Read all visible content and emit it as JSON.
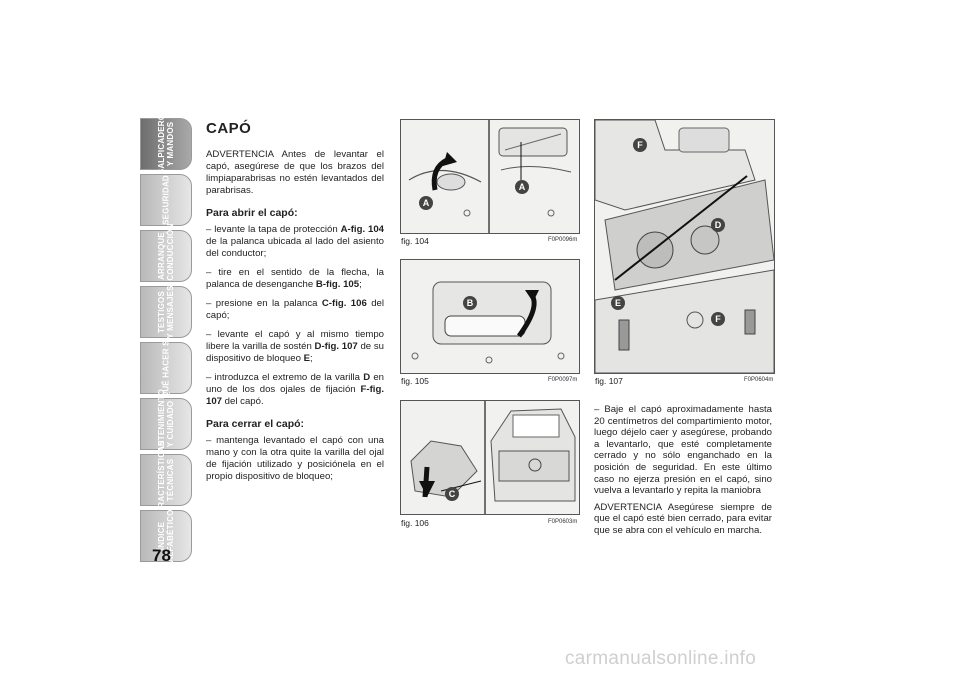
{
  "sidebar": {
    "tabs": [
      {
        "label": "SALPICADERO\nY MANDOS",
        "active": true
      },
      {
        "label": "SEGURIDAD",
        "active": false
      },
      {
        "label": "ARRANQUE\nY CONDUCCIÓN",
        "active": false
      },
      {
        "label": "TESTIGOS\nY MENSAJES",
        "active": false
      },
      {
        "label": "QUÉ HACER SI",
        "active": false
      },
      {
        "label": "MANTENIMIENTO\nY CUIDADO",
        "active": false
      },
      {
        "label": "CARACTERÍSTICAS\nTÉCNICAS",
        "active": false
      },
      {
        "label": "ÍNDICE\nALFABÉTICO",
        "active": false
      }
    ]
  },
  "page_number": "78",
  "col1": {
    "title": "CAPÓ",
    "warning": "ADVERTENCIA Antes de levantar el capó, asegúrese de que los brazos del limpiaparabrisas no estén levantados del parabrisas.",
    "open_heading": "Para abrir el capó:",
    "open_steps": [
      {
        "pre": "– levante la tapa de protección ",
        "bold": "A-fig. 104",
        "post": " de la palanca ubicada al lado del asiento del conductor;"
      },
      {
        "pre": "– tire en el sentido de la flecha, la palanca de desenganche ",
        "bold": "B-fig. 105",
        "post": ";"
      },
      {
        "pre": "– presione en la palanca ",
        "bold": "C-fig. 106",
        "post": " del capó;"
      },
      {
        "pre": "– levante el capó y al mismo tiempo libere la varilla de sostén ",
        "bold": "D-fig. 107",
        "post": " de su dispositivo de bloqueo ",
        "bold2": "E",
        "post2": ";"
      },
      {
        "pre": "– introduzca el extremo de la varilla ",
        "bold": "D",
        "post": " en uno de los dos ojales de fijación ",
        "bold2": "F-fig. 107",
        "post2": " del capó."
      }
    ],
    "close_heading": "Para cerrar el capó:",
    "close_text": "– mantenga levantado el capó con una mano y con la otra quite la varilla del ojal de fijación utilizado y posiciónela en el propio dispositivo de bloqueo;"
  },
  "figures": [
    {
      "caption": "fig. 104",
      "code": "F0P0096m",
      "labels": [
        "A",
        "A"
      ]
    },
    {
      "caption": "fig. 105",
      "code": "F0P0097m",
      "labels": [
        "B"
      ]
    },
    {
      "caption": "fig. 106",
      "code": "F0P0603m",
      "labels": [
        "C"
      ]
    },
    {
      "caption": "fig. 107",
      "code": "F0P0604m",
      "labels": [
        "F",
        "D",
        "E",
        "F"
      ]
    }
  ],
  "col3": {
    "p1": "– Baje el capó aproximadamente hasta 20 centímetros del compartimiento motor, luego déjelo caer y asegúrese, probando a levantarlo, que esté completamente cerrado y no sólo enganchado en la posición de seguridad. En este último caso no ejerza presión en el capó, sino vuelva a levantarlo y repita la maniobra",
    "p2": "ADVERTENCIA Asegúrese siempre de que el capó esté bien cerrado, para evitar que se abra con el vehículo en marcha."
  },
  "watermark": "carmanualsonline.info"
}
